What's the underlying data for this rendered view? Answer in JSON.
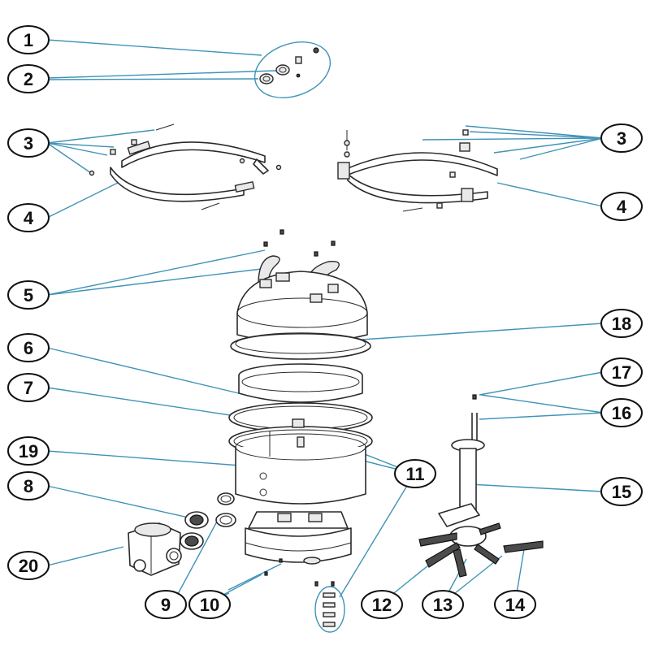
{
  "callouts": [
    "1",
    "2",
    "3",
    "3",
    "4",
    "4",
    "5",
    "6",
    "7",
    "8",
    "9",
    "10",
    "11",
    "12",
    "13",
    "14",
    "15",
    "16",
    "17",
    "18",
    "19",
    "20"
  ],
  "colors": {
    "leader": "#3f93b7",
    "outline": "#2a2a2a",
    "badge_border": "#111111"
  }
}
